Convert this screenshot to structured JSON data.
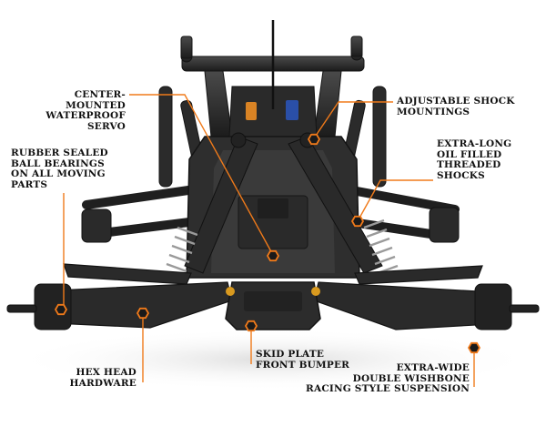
{
  "callouts": {
    "servo": "CENTER-MOUNTED\nWATERPROOF\nSERVO",
    "shock_mount": "ADJUSTABLE SHOCK\nMOUNTINGS",
    "bearings": "RUBBER SEALED\nBALL BEARINGS\nON ALL MOVING\nPARTS",
    "shocks": "EXTRA-LONG\nOIL FILLED\nTHREADED\nSHOCKS",
    "hex": "HEX HEAD\nHARDWARE",
    "skid": "SKID PLATE\nFRONT BUMPER",
    "suspension": "EXTRA-WIDE\nDOUBLE WISHBONE\nRACING STYLE SUSPENSION"
  },
  "colors": {
    "leader": "#f07a1a",
    "frame": "#262626",
    "frame_light": "#3c3c3c",
    "metal": "#8a8a8a",
    "accent_gold": "#d99a1f"
  }
}
